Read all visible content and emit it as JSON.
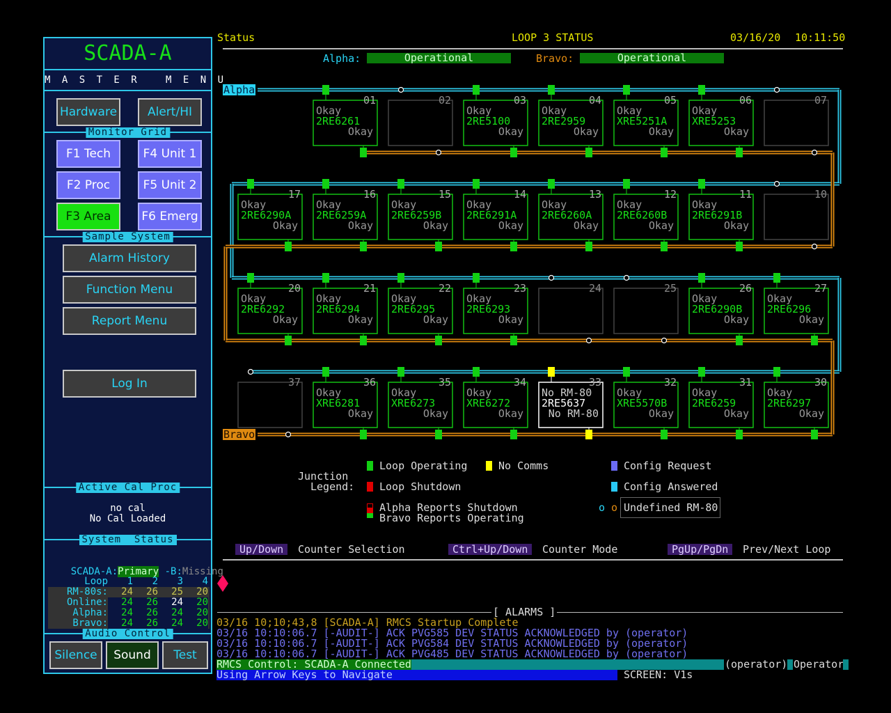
{
  "left": {
    "app_title": "SCADA-A",
    "master_menu": "M A S T E R   M E N U",
    "hardware": "Hardware",
    "alert_hi": "Alert/HI",
    "monitor_grid": "Monitor Grid",
    "f1": "F1 Tech",
    "f2": "F2 Proc",
    "f3": "F3 Area",
    "f4": "F4 Unit 1",
    "f5": "F5 Unit 2",
    "f6": "F6 Emerg",
    "sample_system": "Sample System",
    "alarm_history": "Alarm History",
    "function_menu": "Function Menu",
    "report_menu": "Report Menu",
    "log_in": "Log In",
    "active_cal_proc": "Active Cal Proc",
    "cal_line1": "no cal",
    "cal_line2": "No Cal Loaded",
    "system_status": "System  Status",
    "scada_a_label": "SCADA-A:",
    "scada_a_value": "Primary",
    "scada_b_label": " -B:",
    "scada_b_value": "Missing",
    "table_header": [
      "Loop",
      "1",
      "2",
      "3",
      "4"
    ],
    "table_rows": [
      {
        "label": "RM-80s:",
        "values": [
          "24",
          "26",
          "25",
          "20"
        ]
      },
      {
        "label": "Online:",
        "values": [
          "24",
          "26",
          "24",
          "20"
        ]
      },
      {
        "label": "Alpha:",
        "values": [
          "24",
          "26",
          "24",
          "20"
        ]
      },
      {
        "label": "Bravo:",
        "values": [
          "24",
          "26",
          "24",
          "20"
        ]
      }
    ],
    "audio_control": "Audio Control",
    "silence": "Silence",
    "sound": "Sound",
    "test": "Test"
  },
  "header": {
    "status": "Status",
    "title": "LOOP 3 STATUS",
    "date": "03/16/20",
    "time": "10:11:50",
    "alpha_label": "Alpha:",
    "alpha_value": "Operational",
    "bravo_label": "Bravo:",
    "bravo_value": "Operational"
  },
  "loop": {
    "alpha_tag": "Alpha",
    "bravo_tag": "Bravo",
    "rows": [
      [
        {
          "num": "01",
          "state": "ok",
          "l1": "Okay",
          "id": "2RE6261",
          "l3": "Okay"
        },
        {
          "num": "02",
          "state": "empty"
        },
        {
          "num": "03",
          "state": "ok",
          "l1": "Okay",
          "id": "2RE5100",
          "l3": "Okay"
        },
        {
          "num": "04",
          "state": "ok",
          "l1": "Okay",
          "id": "2RE2959",
          "l3": "Okay"
        },
        {
          "num": "05",
          "state": "ok",
          "l1": "Okay",
          "id": "XRE5251A",
          "l3": "Okay"
        },
        {
          "num": "06",
          "state": "ok",
          "l1": "Okay",
          "id": "XRE5253",
          "l3": "Okay"
        },
        {
          "num": "07",
          "state": "empty"
        }
      ],
      [
        {
          "num": "17",
          "state": "ok",
          "l1": "Okay",
          "id": "2RE6290A",
          "l3": "Okay"
        },
        {
          "num": "16",
          "state": "ok",
          "l1": "Okay",
          "id": "2RE6259A",
          "l3": "Okay"
        },
        {
          "num": "15",
          "state": "ok",
          "l1": "Okay",
          "id": "2RE6259B",
          "l3": "Okay"
        },
        {
          "num": "14",
          "state": "ok",
          "l1": "Okay",
          "id": "2RE6291A",
          "l3": "Okay"
        },
        {
          "num": "13",
          "state": "ok",
          "l1": "Okay",
          "id": "2RE6260A",
          "l3": "Okay"
        },
        {
          "num": "12",
          "state": "ok",
          "l1": "Okay",
          "id": "2RE6260B",
          "l3": "Okay"
        },
        {
          "num": "11",
          "state": "ok",
          "l1": "Okay",
          "id": "2RE6291B",
          "l3": "Okay"
        },
        {
          "num": "10",
          "state": "empty"
        }
      ],
      [
        {
          "num": "20",
          "state": "ok",
          "l1": "Okay",
          "id": "2RE6292",
          "l3": "Okay"
        },
        {
          "num": "21",
          "state": "ok",
          "l1": "Okay",
          "id": "2RE6294",
          "l3": "Okay"
        },
        {
          "num": "22",
          "state": "ok",
          "l1": "Okay",
          "id": "2RE6295",
          "l3": "Okay"
        },
        {
          "num": "23",
          "state": "ok",
          "l1": "Okay",
          "id": "2RE6293",
          "l3": "Okay"
        },
        {
          "num": "24",
          "state": "empty"
        },
        {
          "num": "25",
          "state": "empty"
        },
        {
          "num": "26",
          "state": "ok",
          "l1": "Okay",
          "id": "2RE6290B",
          "l3": "Okay"
        },
        {
          "num": "27",
          "state": "ok",
          "l1": "Okay",
          "id": "2RE6296",
          "l3": "Okay"
        }
      ],
      [
        {
          "num": "37",
          "state": "empty"
        },
        {
          "num": "36",
          "state": "ok",
          "l1": "Okay",
          "id": "XRE6281",
          "l3": "Okay"
        },
        {
          "num": "35",
          "state": "ok",
          "l1": "Okay",
          "id": "XRE6273",
          "l3": "Okay"
        },
        {
          "num": "34",
          "state": "ok",
          "l1": "Okay",
          "id": "XRE6272",
          "l3": "Okay"
        },
        {
          "num": "33",
          "state": "nocomm",
          "l1": "No RM-80",
          "id": "2RE5637",
          "l3": "No RM-80"
        },
        {
          "num": "32",
          "state": "ok",
          "l1": "Okay",
          "id": "XRE5570B",
          "l3": "Okay"
        },
        {
          "num": "31",
          "state": "ok",
          "l1": "Okay",
          "id": "2RE6259",
          "l3": "Okay"
        },
        {
          "num": "30",
          "state": "ok",
          "l1": "Okay",
          "id": "2RE6297",
          "l3": "Okay"
        }
      ]
    ]
  },
  "legend": {
    "title1": "Junction",
    "title2": "Legend:",
    "loop_operating": "Loop Operating",
    "no_comms": "No Comms",
    "config_request": "Config Request",
    "loop_shutdown": "Loop Shutdown",
    "config_answered": "Config Answered",
    "alpha_reports_shutdown": "Alpha Reports Shutdown",
    "bravo_reports_operating": "Bravo Reports Operating",
    "undefined_rm80": "Undefined RM-80"
  },
  "keys": {
    "updown": "Up/Down",
    "updown_desc": "Counter Selection",
    "ctrl": "Ctrl+Up/Down",
    "ctrl_desc": "Counter Mode",
    "pg": "PgUp/PgDn",
    "pg_desc": "Prev/Next Loop"
  },
  "alarms": {
    "title": "[ ALARMS ]",
    "lines": [
      "03/16 10;10;43,8 [SCADA-A]     RMCS   Startup Complete",
      "03/16 10:10:06.7 [-AUDIT-] ACK PVG585  DEV  STATUS ACKNOWLEDGED by (operator)",
      "03/16 10:10:06.7 [-AUDIT-] ACK PVG584  DEV  STATUS ACKNOWLEDGED by (operator)",
      "03/16 10:10:06.7 [-AUDIT-] ACK PVG485  DEV  STATUS ACKNOWLEDGED by (operator)"
    ]
  },
  "statusbar": {
    "control": "RMCS Control: SCADA-A Connected",
    "operator1": "(operator)",
    "operator2": "Operator",
    "hint": "Using Arrow Keys to Navigate",
    "screen": "SCREEN: V1s"
  },
  "colors": {
    "cyan": "#2ec8e8",
    "orange": "#e08a10",
    "green": "#12d012",
    "yellow": "#ffff00",
    "purple": "#6b6bf5"
  }
}
